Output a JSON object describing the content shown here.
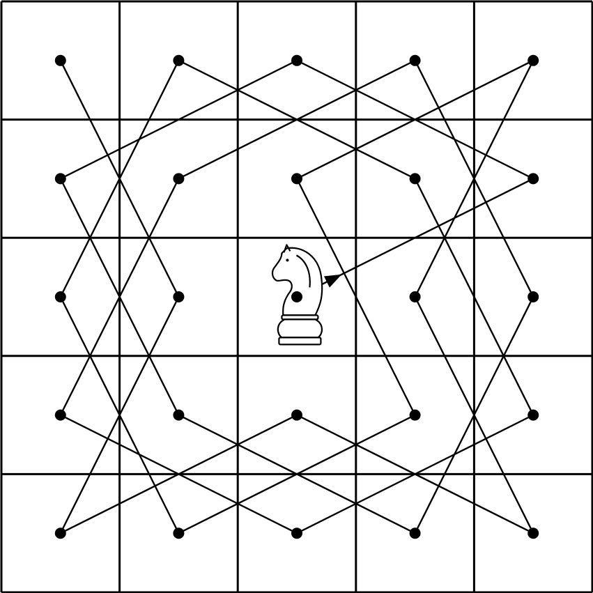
{
  "board": {
    "rows": 5,
    "cols": 5,
    "start": [
      2,
      2
    ]
  },
  "knight": {
    "icon": "knight-icon",
    "fill": "#ffffff",
    "stroke": "#000000"
  },
  "tour": [
    [
      2,
      2
    ],
    [
      1,
      4
    ],
    [
      0,
      2
    ],
    [
      1,
      0
    ],
    [
      3,
      1
    ],
    [
      4,
      3
    ],
    [
      2,
      4
    ],
    [
      0,
      3
    ],
    [
      1,
      1
    ],
    [
      3,
      0
    ],
    [
      4,
      2
    ],
    [
      3,
      4
    ],
    [
      1,
      3
    ],
    [
      0,
      1
    ],
    [
      2,
      0
    ],
    [
      4,
      1
    ],
    [
      3,
      3
    ],
    [
      1,
      2
    ],
    [
      0,
      4
    ],
    [
      2,
      3
    ],
    [
      4,
      4
    ],
    [
      3,
      2
    ],
    [
      4,
      0
    ],
    [
      2,
      1
    ],
    [
      0,
      0
    ]
  ],
  "colors": {
    "line": "#000000",
    "background": "#ffffff"
  }
}
